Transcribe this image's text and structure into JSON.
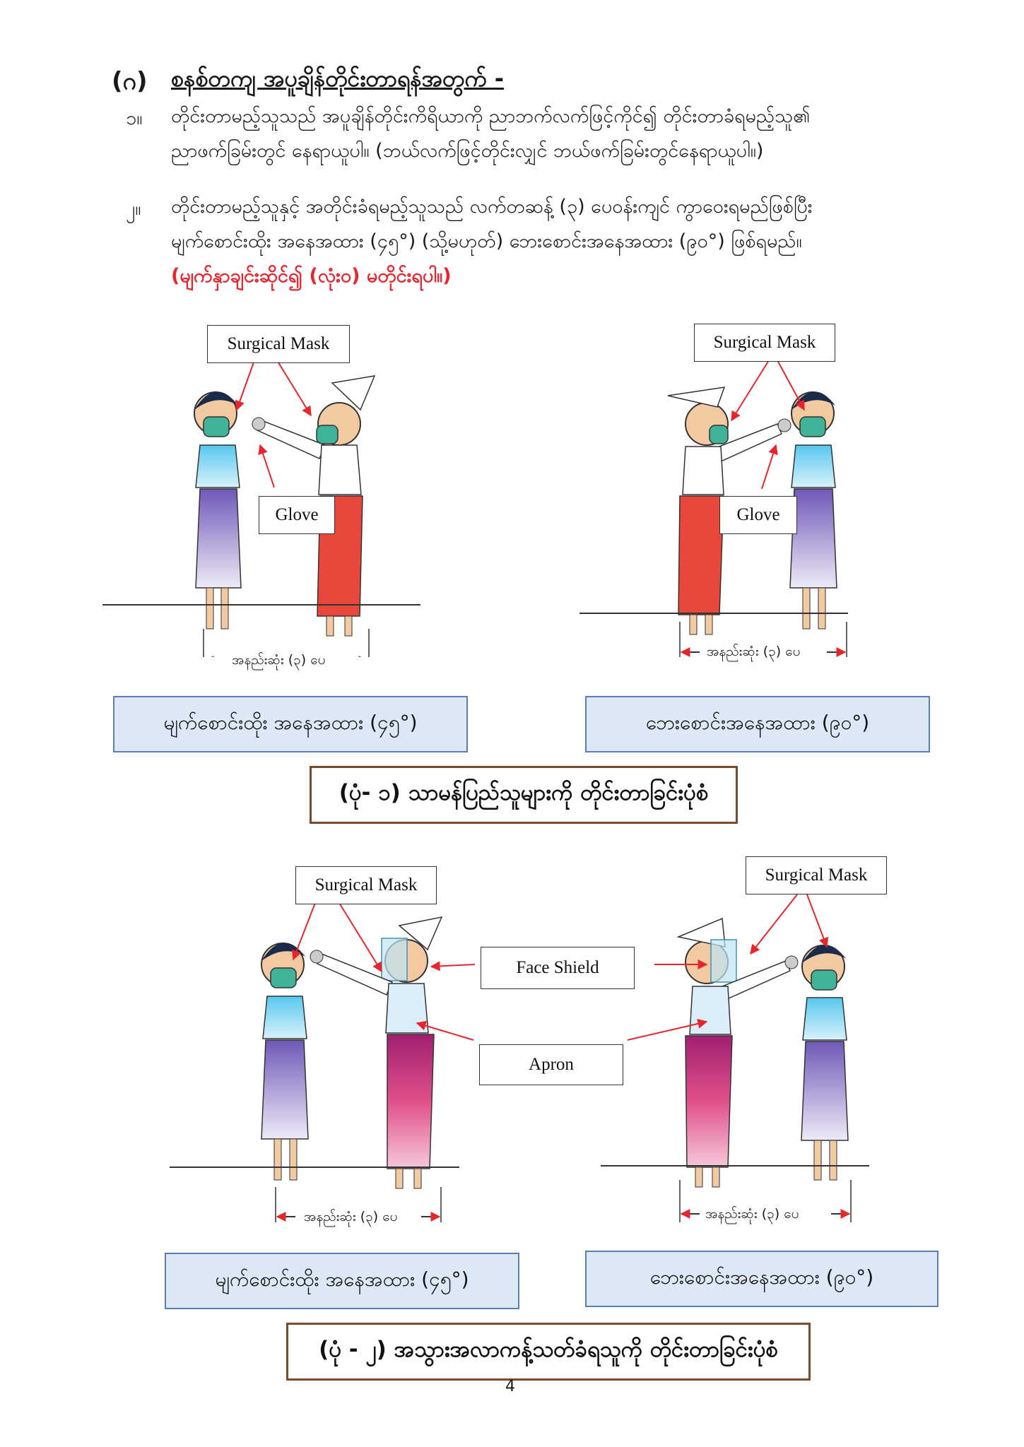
{
  "heading": {
    "number": "(ဂ)",
    "title": "စနစ်တကျ အပူချိန်တိုင်းတာရန်အတွက် -"
  },
  "items": [
    {
      "number": "၁။",
      "lines": [
        "တိုင်းတာမည့်သူသည် အပူချိန်တိုင်းကိရိယာကို ညာဘက်လက်ဖြင့်ကိုင်၍ တိုင်းတာခံရမည့်သူ၏",
        "ညာဖက်ခြမ်းတွင် နေရာယူပါ။ (ဘယ်လက်ဖြင့်တိုင်းလျှင် ဘယ်ဖက်ခြမ်းတွင်နေရာယူပါ။)"
      ]
    },
    {
      "number": "၂။",
      "lines": [
        "တိုင်းတာမည့်သူနှင့် အတိုင်းခံရမည့်သူသည် လက်တဆန့် (၃) ပေဝန်းကျင် ကွာဝေးရမည်ဖြစ်ပြီး",
        "မျက်စောင်းထိုး အနေအထား (၄၅°) (သို့မဟုတ်) ဘေးစောင်းအနေအထား (၉၀°) ဖြစ်ရမည်။"
      ],
      "note": "(မျက်နှာချင်းဆိုင်၍ (လုံး၀) မတိုင်းရပါ။)"
    }
  ],
  "figure1": {
    "left": {
      "mask_label": "Surgical Mask",
      "glove_label": "Glove",
      "distance": "အနည်းဆုံး (၃) ပေ",
      "pose": "မျက်စောင်းထိုး အနေအထား (၄၅°)"
    },
    "right": {
      "mask_label": "Surgical Mask",
      "glove_label": "Glove",
      "distance": "အနည်းဆုံး (၃) ပေ",
      "pose": "ဘေးစောင်းအနေအထား (၉၀°)"
    },
    "caption": "(ပုံ- ၁) သာမန်ပြည်သူများကို တိုင်းတာခြင်းပုံစံ"
  },
  "figure2": {
    "left": {
      "mask_label": "Surgical Mask",
      "distance": "အနည်းဆုံး (၃) ပေ",
      "pose": "မျက်စောင်းထိုး အနေအထား (၄၅°)"
    },
    "right": {
      "mask_label": "Surgical Mask",
      "distance": "အနည်းဆုံး (၃) ပေ",
      "pose": "ဘေးစောင်းအနေအထား (၉၀°)"
    },
    "face_shield_label": "Face Shield",
    "apron_label": "Apron",
    "caption": "(ပုံ - ၂) အသွားအလာကန့်သတ်ခံရသူကို တိုင်းတာခြင်းပုံစံ"
  },
  "page_number": "4",
  "colors": {
    "accent_red": "#e8242c",
    "pose_box_fill": "#dce8f5",
    "pose_box_border": "#5b7fb4",
    "caption_border": "#7b4a2a",
    "mask": "#3fb39a",
    "skirt_red": "#e8483c",
    "skirt_purple": "#8a72c8",
    "apron_pink": "#e0508a"
  }
}
